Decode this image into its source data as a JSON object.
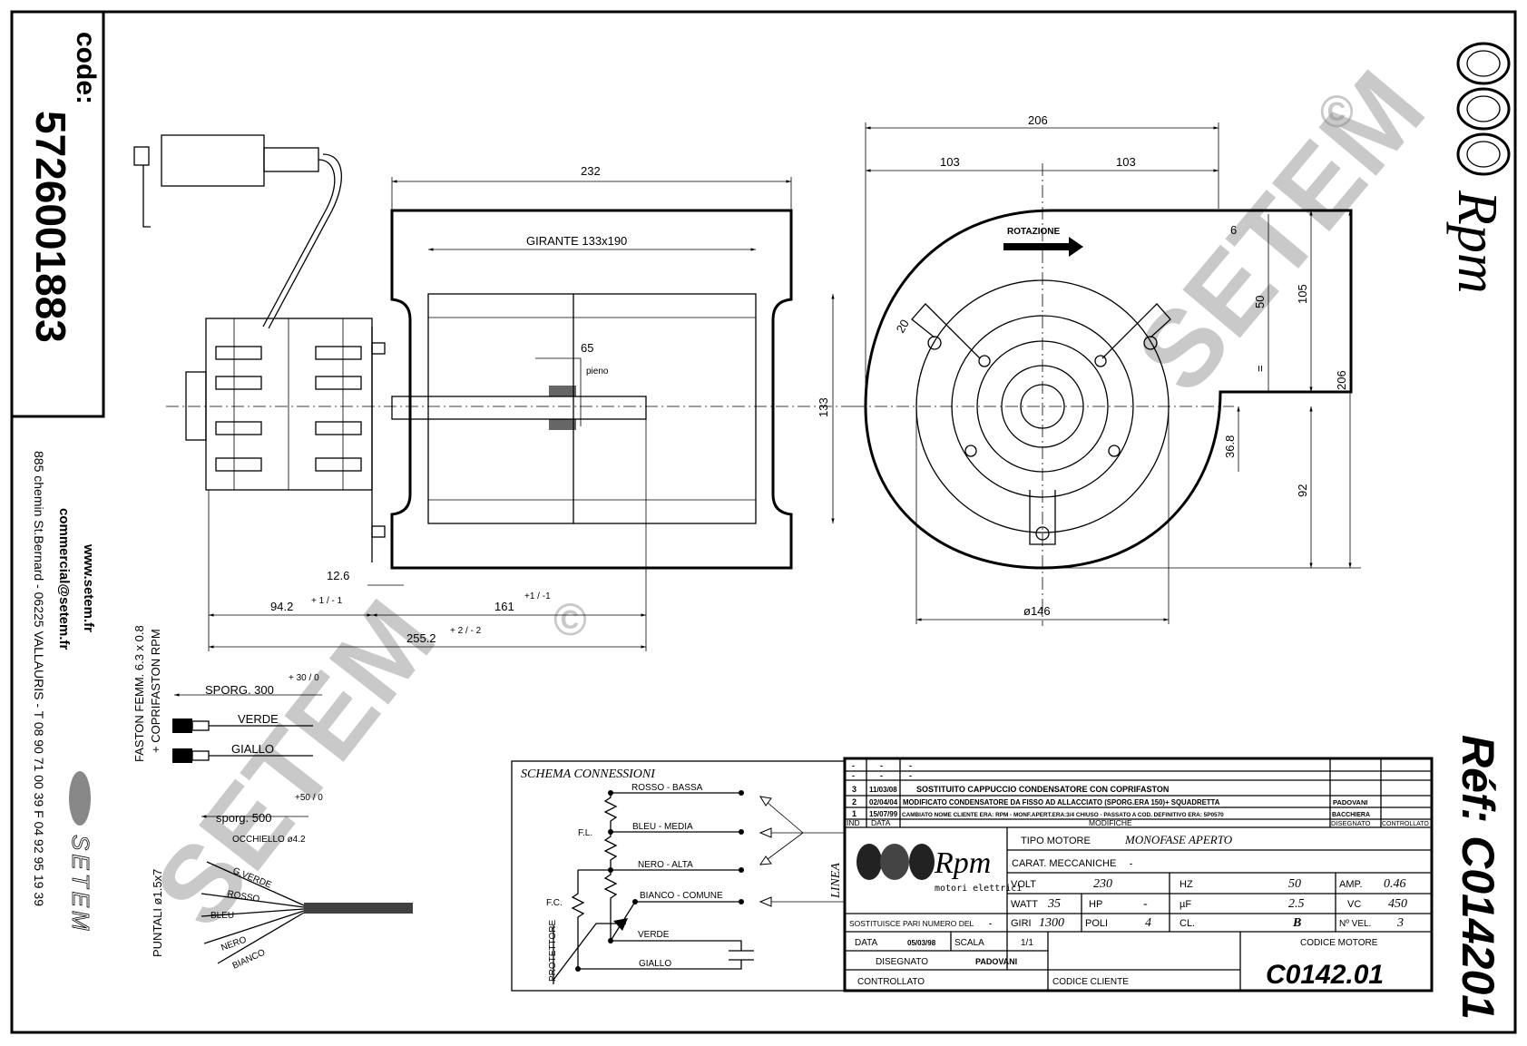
{
  "sidebar": {
    "code_label": "code:",
    "code": "5726001883",
    "website": "www.setem.fr",
    "email": "commercial@setem.fr",
    "address": "885 chemin St.Bernard - 06225 VALLAURIS - T 08 90 71 00 39  F 04 92 95 19 39",
    "logo_text": "SETEM"
  },
  "brand": {
    "logo": "Rpm",
    "subtitle": "motori elettrici",
    "watermark": "SETEM",
    "copyright": "©"
  },
  "reference": "Réf: C014201",
  "side_view": {
    "width_232": "232",
    "girante": "GIRANTE 133x190",
    "dim_65": "65",
    "pieno": "pieno",
    "dim_133": "133",
    "dim_12_6": "12.6",
    "dim_94_2": "94.2",
    "tol_94_2": "+ 1 / - 1",
    "dim_161": "161",
    "tol_161": "+1 / -1",
    "dim_255_2": "255.2",
    "tol_255_2": "+ 2 / - 2"
  },
  "front_view": {
    "dim_206_top": "206",
    "dim_103_left": "103",
    "dim_103_right": "103",
    "rotation": "ROTAZIONE",
    "dim_6": "6",
    "dim_50": "50",
    "dim_105": "105",
    "dim_206_right": "206",
    "dim_eq": "=",
    "dim_36_8": "36.8",
    "dim_92": "92",
    "dim_20": "20",
    "dim_146": "ø146"
  },
  "wiring": {
    "faston": "FASTON FEMM. 6.3 x 0.8",
    "coprifaston": "+ COPRIFASTON RPM",
    "sporg_300": "SPORG. 300",
    "tol_300": "+ 30 / 0",
    "verde": "VERDE",
    "giallo": "GIALLO",
    "sporg_500": "sporg. 500",
    "tol_500": "+50 / 0",
    "occhiello": "OCCHIELLO ø4.2",
    "puntali": "PUNTALI ø1.5x7",
    "wires": [
      "G.VERDE",
      "ROSSO",
      "BLEU",
      "NERO",
      "BIANCO"
    ]
  },
  "schema": {
    "title": "SCHEMA CONNESSIONI",
    "rosso": "ROSSO - BASSA",
    "bleu": "BLEU - MEDIA",
    "nero": "NERO - ALTA",
    "bianco": "BIANCO - COMUNE",
    "verde": "VERDE",
    "giallo": "GIALLO",
    "fl": "F.L.",
    "fc": "F.C.",
    "protettore": "PROTETTORE",
    "linea": "LINEA"
  },
  "revisions": {
    "rows": [
      {
        "ind": "-",
        "data": "-",
        "mod": "-",
        "dis": "",
        "contr": ""
      },
      {
        "ind": "-",
        "data": "-",
        "mod": "-",
        "dis": "",
        "contr": ""
      },
      {
        "ind": "3",
        "data": "11/03/08",
        "mod": "SOSTITUITO CAPPUCCIO CONDENSATORE CON COPRIFASTON",
        "dis": "",
        "contr": ""
      },
      {
        "ind": "2",
        "data": "02/04/04",
        "mod": "MODIFICATO CONDENSATORE DA FISSO AD ALLACCIATO (SPORG.ERA 150)+ SQUADRETTA",
        "dis": "PADOVANI",
        "contr": ""
      },
      {
        "ind": "1",
        "data": "15/07/99",
        "mod": "CAMBIATO NOME CLIENTE ERA: RPM - MONF.APERT.ERA:3/4 CHIUSO - PASSATO A COD. DEFINITIVO ERA: 5P0570",
        "dis": "BACCHIERA",
        "contr": ""
      }
    ],
    "headers": {
      "ind": "IND",
      "data": "DATA",
      "mod": "MODIFICHE",
      "dis": "DISEGNATO",
      "contr": "CONTROLLATO"
    }
  },
  "title_block": {
    "tipo_label": "TIPO MOTORE",
    "tipo": "MONOFASE APERTO",
    "carat_label": "CARAT. MECCANICHE",
    "carat": "-",
    "volt_label": "VOLT",
    "volt": "230",
    "hz_label": "HZ",
    "hz": "50",
    "amp_label": "AMP.",
    "amp": "0.46",
    "watt_label": "WATT",
    "watt": "35",
    "hp_label": "HP",
    "hp": "-",
    "uf_label": "µF",
    "uf": "2.5",
    "vc_label": "VC",
    "vc": "450",
    "giri_label": "GIRI",
    "giri": "1300",
    "poli_label": "POLI",
    "poli": "4",
    "cl_label": "CL.",
    "cl": "B",
    "vel_label": "Nº VEL.",
    "vel": "3",
    "sostituisce_label": "SOSTITUISCE PARI NUMERO DEL",
    "sostituisce": "-",
    "data_label": "DATA",
    "data": "05/03/98",
    "scala_label": "SCALA",
    "scala": "1/1",
    "disegnato_label": "DISEGNATO",
    "disegnato": "PADOVANI",
    "controllato_label": "CONTROLLATO",
    "codice_cliente_label": "CODICE CLIENTE",
    "codice_motore_label": "CODICE MOTORE",
    "codice_motore": "C0142.01"
  }
}
